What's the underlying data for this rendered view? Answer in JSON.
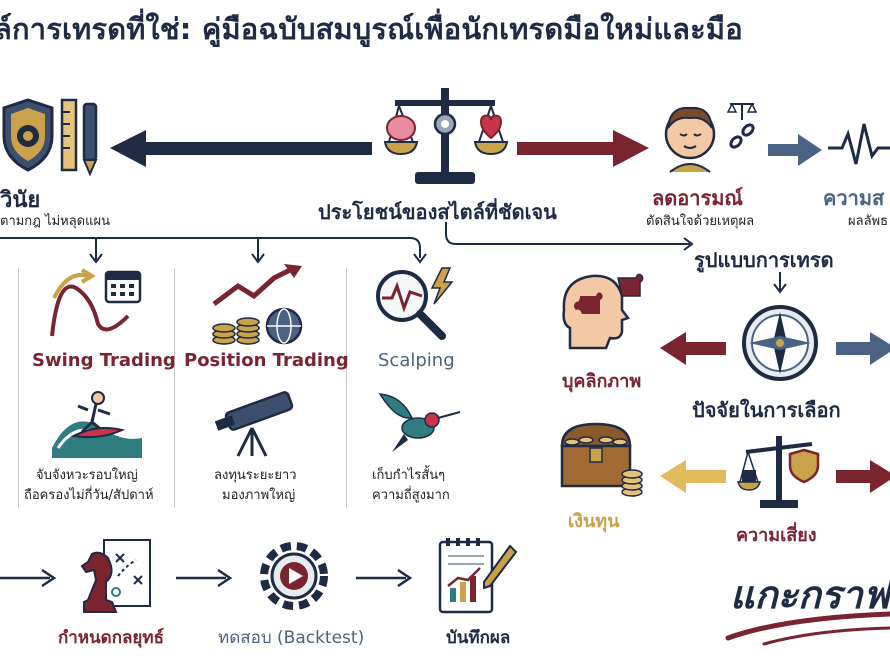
{
  "title": "ล์การเทรดที่ใช่: คู่มือฉบับสมบูรณ์เพื่อนักเทรดมือใหม่และมือ",
  "benefits": {
    "center_label": "ประโยชน์ของสไตล์ที่ชัดเจน",
    "discipline": {
      "label": "วินัย",
      "desc": "ตามกฎ ไม่หลุดแผน"
    },
    "emotion": {
      "label": "ลดอารมณ์",
      "desc": "ตัดสินใจด้วยเหตุผล"
    },
    "consistency": {
      "label": "ความส",
      "desc": "ผลลัพธ"
    }
  },
  "patterns": {
    "heading": "รูปแบบการเทรด",
    "swing": {
      "label": "Swing Trading",
      "desc_line1": "จับจังหวะรอบใหญ่",
      "desc_line2": "ถือครองไม่กี่วัน/สัปดาห์"
    },
    "position": {
      "label": "Position Trading",
      "desc_line1": "ลงทุนระยะยาว",
      "desc_line2": "มองภาพใหญ่"
    },
    "scalping": {
      "label": "Scalping",
      "desc_line1": "เก็บกำไรสั้นๆ",
      "desc_line2": "ความถี่สูงมาก"
    }
  },
  "factors": {
    "heading": "ปัจจัยในการเลือก",
    "personality": "บุคลิกภาพ",
    "capital": "เงินทุน",
    "risk": "ความเสี่ยง"
  },
  "steps": {
    "strategy": "กำหนดกลยุทธ์",
    "backtest": "ทดสอบ (Backtest)",
    "journal": "บันทึกผล"
  },
  "signature": "แกะกราฟ",
  "colors": {
    "navy": "#1f2a44",
    "maroon": "#7a2430",
    "gold": "#c9a24a",
    "slate": "#4a6384",
    "teal": "#2f7d80"
  }
}
